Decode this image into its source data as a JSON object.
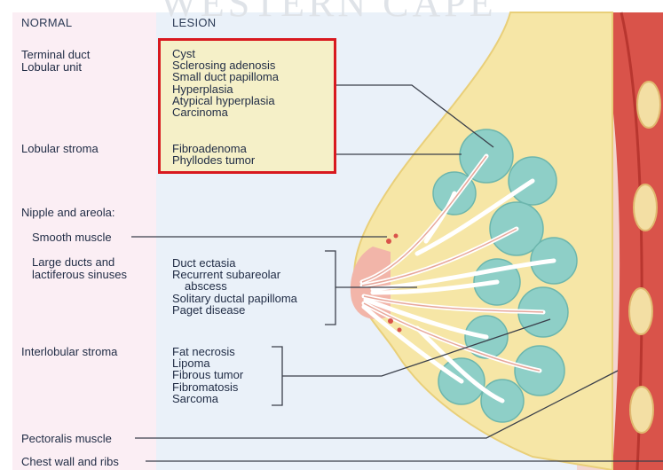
{
  "watermark": "WESTERN CAPE",
  "headers": {
    "normal": "NORMAL",
    "lesion": "LESION"
  },
  "normal": {
    "terminal_duct": [
      "Terminal duct",
      "Lobular unit"
    ],
    "lobular_stroma": "Lobular stroma",
    "nipple_areola": "Nipple and areola:",
    "smooth_muscle": "Smooth muscle",
    "large_ducts": [
      "Large ducts and",
      "lactiferous sinuses"
    ],
    "interlobular_stroma": "Interlobular stroma",
    "pectoralis": "Pectoralis muscle",
    "chest_wall": "Chest wall and ribs"
  },
  "lesions": {
    "tdlu": [
      "Cyst",
      "Sclerosing adenosis",
      "Small duct papilloma",
      "Hyperplasia",
      "Atypical hyperplasia",
      "Carcinoma"
    ],
    "stroma": [
      "Fibroadenoma",
      "Phyllodes tumor"
    ],
    "ducts": [
      "Duct ectasia",
      "Recurrent subareolar",
      "abscess",
      "Solitary ductal papilloma",
      "Paget disease"
    ],
    "interlobular": [
      "Fat necrosis",
      "Lipoma",
      "Fibrous tumor",
      "Fibromatosis",
      "Sarcoma"
    ]
  },
  "colors": {
    "highlight_border": "#d8191f",
    "highlight_fill": "#f5f0c8",
    "fat": "#f6e6a6",
    "lobule": "#8ecfc7",
    "muscle": "#d9534a",
    "rib": "#f3dfa4",
    "text": "#1f2b44"
  }
}
